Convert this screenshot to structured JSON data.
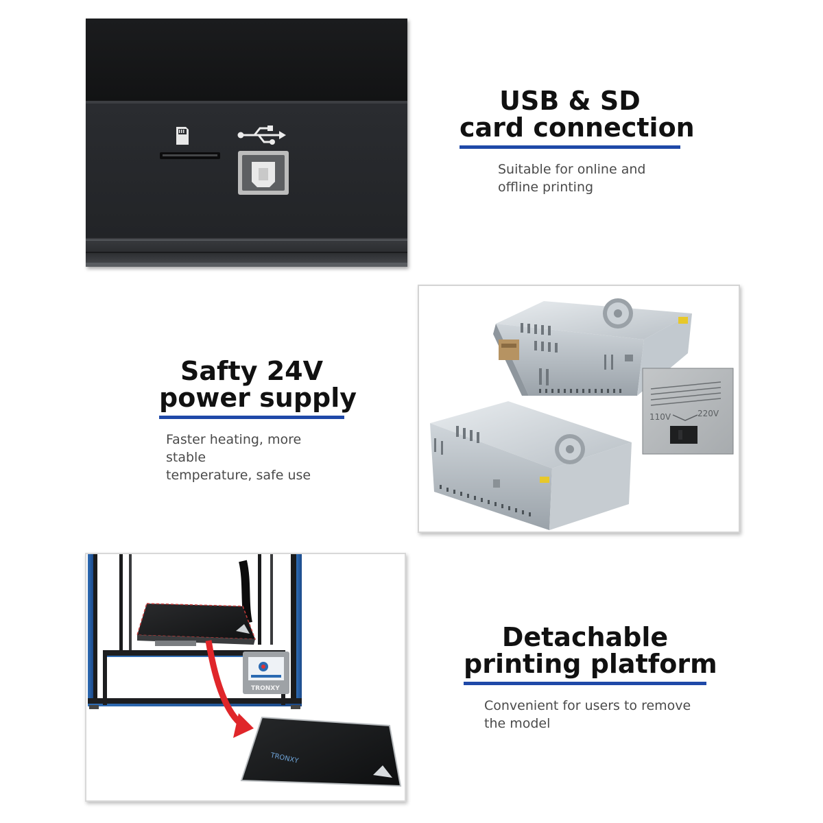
{
  "features": [
    {
      "title_line1": "USB & SD",
      "title_line2": "card connection",
      "desc_line1": "Suitable for online and",
      "desc_line2": "offline printing"
    },
    {
      "title_line1": "Safty 24V",
      "title_line2": "power supply",
      "desc_line1": "Faster heating, more stable",
      "desc_line2": "temperature, safe use"
    },
    {
      "title_line1": "Detachable",
      "title_line2": "printing platform",
      "desc_line1": "Convenient for users to remove",
      "desc_line2": "the model"
    }
  ],
  "psu_label": {
    "left_voltage": "110V",
    "right_voltage": "220V"
  },
  "brand": "TRONXY",
  "colors": {
    "title": "#111111",
    "underline": "#1f49a8",
    "description": "#4a4a4a",
    "arrow": "#e0262a"
  }
}
